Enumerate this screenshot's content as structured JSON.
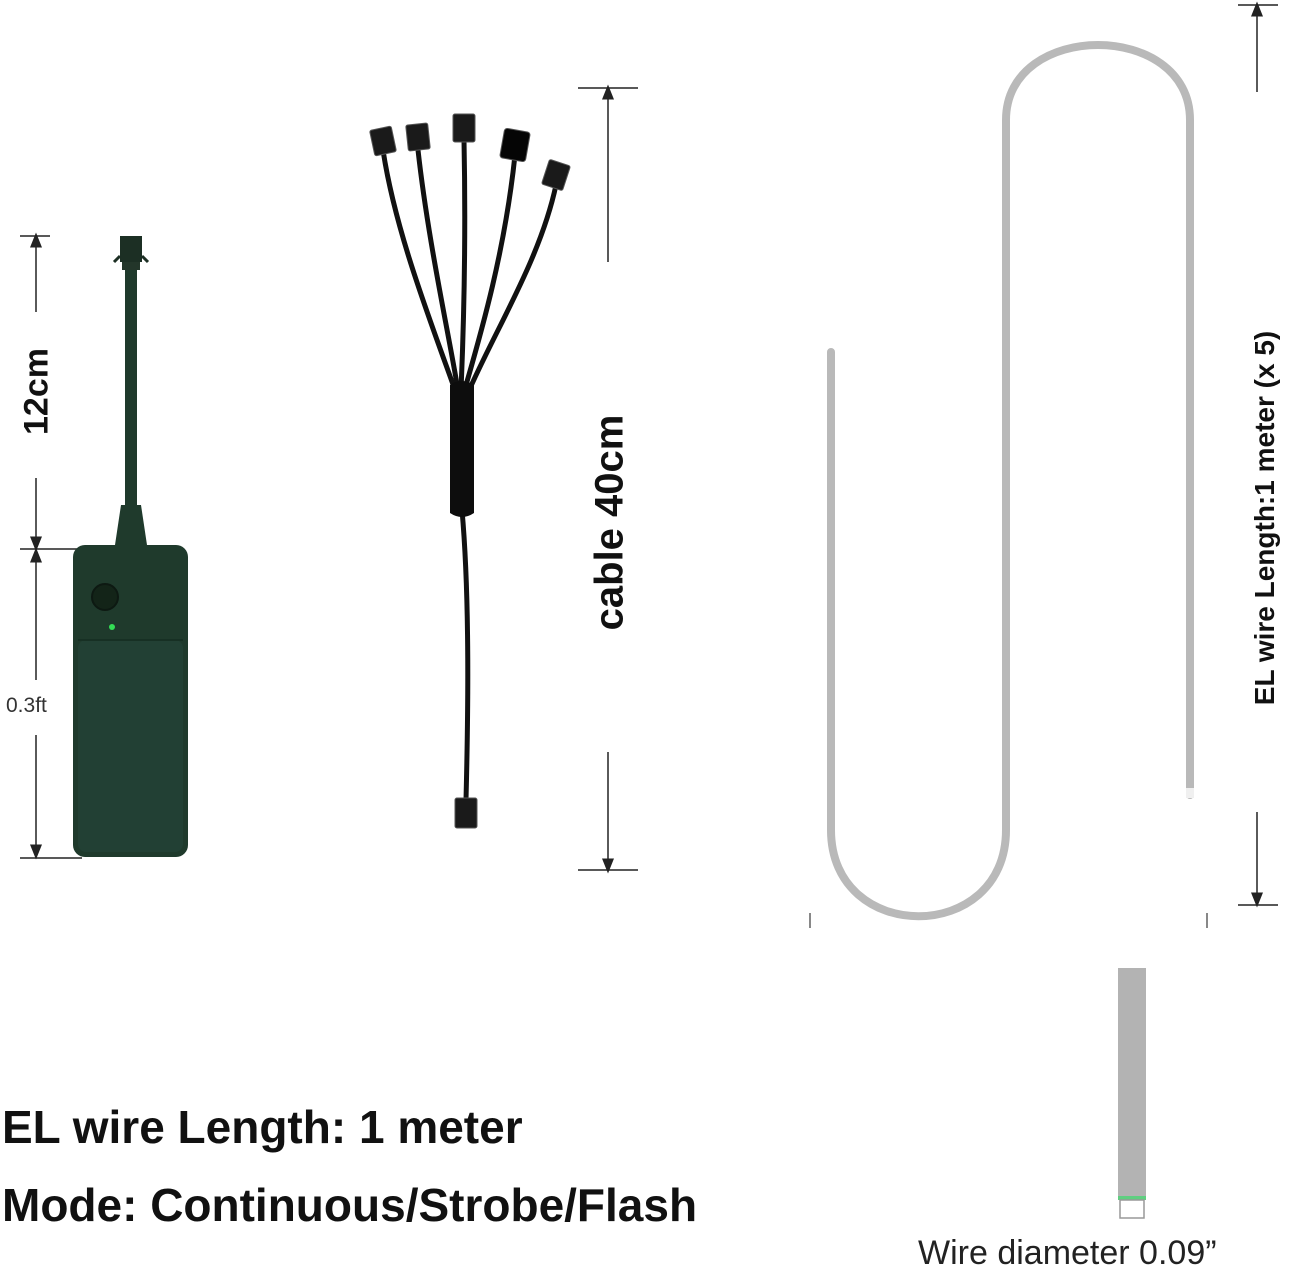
{
  "labels": {
    "controller_cable_length": "12cm",
    "controller_box_length": "0.3ft",
    "splitter_cable_length": "cable  40cm",
    "el_wire_length_vertical": "EL wire Length:1 meter (x 5)",
    "el_wire_length": "EL wire Length: 1 meter",
    "mode": "Mode: Continuous/Strobe/Flash",
    "wire_diameter": "Wire diameter 0.09”"
  },
  "colors": {
    "controller_body": "#1f3a2c",
    "cable": "#111111",
    "el_wire": "#b9b9b9",
    "indicator_led": "#33dd55",
    "dimension_lines": "#222222"
  }
}
